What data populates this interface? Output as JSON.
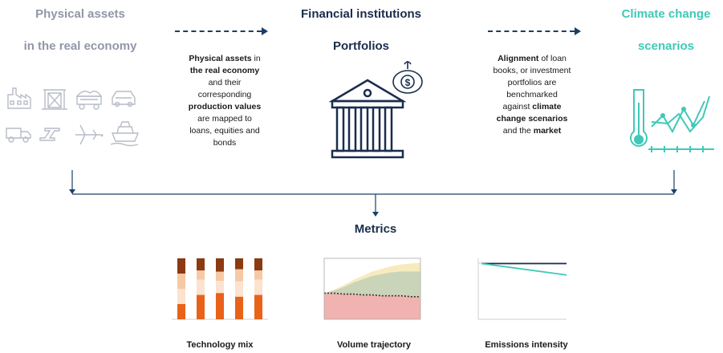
{
  "left": {
    "title_line1": "Physical assets",
    "title_line2": "in the real economy"
  },
  "center": {
    "title_line1": "Financial institutions",
    "title_line2": "Portfolios"
  },
  "right": {
    "title_line1": "Climate change",
    "title_line2": "scenarios"
  },
  "desc_left": {
    "l1_bold": "Physical assets",
    "l1_rest": " in",
    "l2_bold": "the real economy",
    "l3": "and their",
    "l4": "corresponding",
    "l5_bold": "production values",
    "l6": "are mapped to",
    "l7": "loans, equities and",
    "l8": "bonds"
  },
  "desc_right": {
    "l1_bold": "Alignment",
    "l1_rest": " of loan",
    "l2": "books, or investment",
    "l3": "portfolios are",
    "l4": "benchmarked",
    "l5_pre": "against ",
    "l5_bold": "climate",
    "l6_bold": "change scenarios",
    "l7_pre": "and the ",
    "l7_bold": "market"
  },
  "metrics": {
    "title": "Metrics",
    "technology_mix": "Technology mix",
    "volume_trajectory": "Volume trajectory",
    "emissions_intensity": "Emissions intensity"
  },
  "bank_icon": {
    "currency_symbol": "$"
  },
  "colors": {
    "gray_title": "#9097a7",
    "navy": "#1a2d4c",
    "teal": "#3fc9b8",
    "arrow": "#1a3f66",
    "mix_dark": "#8b3a12",
    "mix_orange": "#e8621a",
    "mix_light": "#f6c9a4",
    "mix_pale": "#fbe3d0"
  },
  "chart_data": [
    {
      "type": "bar",
      "name_key": "technology_mix",
      "series": [
        {
          "values": [
            0.25,
            0.2,
            0.22,
            0.18,
            0.2
          ]
        },
        {
          "values": [
            0.25,
            0.15,
            0.15,
            0.2,
            0.15
          ]
        },
        {
          "values": [
            0.25,
            0.25,
            0.2,
            0.25,
            0.25
          ]
        },
        {
          "values": [
            0.25,
            0.4,
            0.43,
            0.37,
            0.4
          ]
        }
      ],
      "categories": [
        "",
        "",
        "",
        "",
        ""
      ]
    },
    {
      "type": "area",
      "name_key": "volume_trajectory",
      "x": [
        0,
        1,
        2,
        3,
        4,
        5,
        6,
        7,
        8,
        9,
        10
      ],
      "series": [
        {
          "values": [
            30,
            30,
            29,
            29,
            28,
            28,
            27,
            27,
            27,
            26,
            26
          ]
        },
        {
          "values": [
            0,
            3,
            8,
            13,
            18,
            22,
            25,
            27,
            28,
            29,
            29
          ]
        },
        {
          "values": [
            0,
            1,
            2,
            3,
            4,
            5,
            6,
            7,
            8,
            9,
            10
          ]
        }
      ],
      "dotted_line": [
        30,
        30,
        29,
        29,
        28,
        28,
        27,
        27,
        27,
        26,
        26
      ]
    },
    {
      "type": "line",
      "name_key": "emissions_intensity",
      "x": [
        0,
        1
      ],
      "series": [
        {
          "values": [
            1.0,
            1.0
          ]
        },
        {
          "values": [
            1.0,
            0.7
          ]
        }
      ]
    }
  ]
}
